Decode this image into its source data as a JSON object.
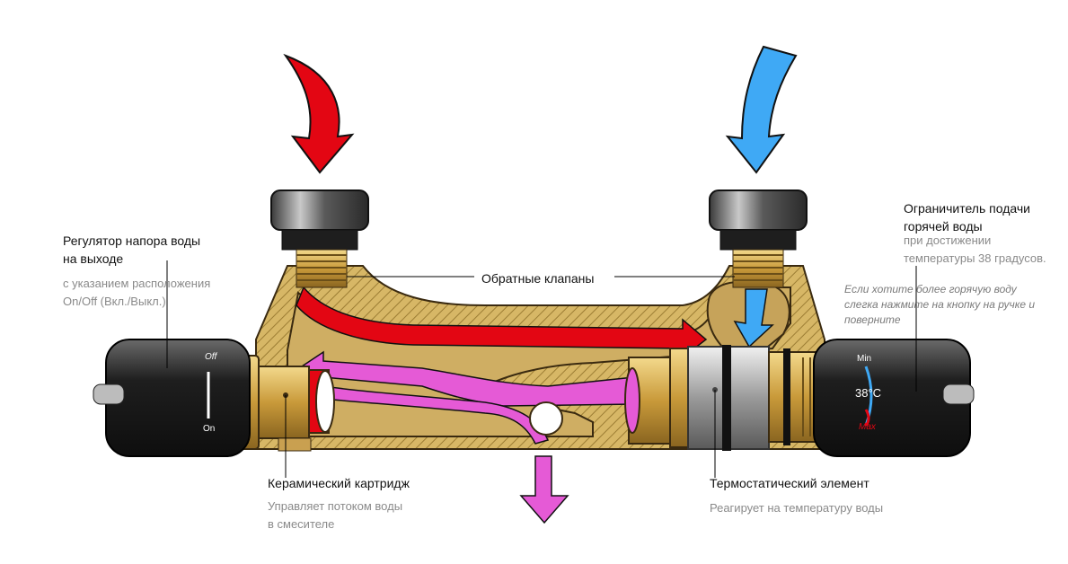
{
  "labels": {
    "pressure_regulator_title": [
      "Регулятор напора воды",
      "на выходе"
    ],
    "pressure_regulator_desc": [
      "с указанием расположения",
      "On/Off  (Вкл./Выкл.)"
    ],
    "check_valves": "Обратные клапаны",
    "hot_limiter_title": [
      "Ограничитель подачи",
      "горячей воды"
    ],
    "hot_limiter_desc": [
      "при достижении",
      "температуры 38 градусов."
    ],
    "hot_limiter_note": [
      "Если хотите более горячую воду",
      "слегка нажмите на кнопку на ручке и",
      "поверните"
    ],
    "ceramic_cartridge_title": "Керамический картридж",
    "ceramic_cartridge_desc": [
      "Управляет потоком воды",
      "в смесителе"
    ],
    "thermostatic_element_title": "Термостатический  элемент",
    "thermostatic_element_desc": "Реагирует на температуру воды"
  },
  "knob_left": {
    "off": "Off",
    "on": "On"
  },
  "knob_right": {
    "min": "Min",
    "temp": "38°C",
    "max": "Max"
  },
  "colors": {
    "hot": "#e30613",
    "cold": "#3fa9f5",
    "mixed": "#e55ad6",
    "brass": "#d9b25a",
    "body": "#2a2a2a"
  }
}
